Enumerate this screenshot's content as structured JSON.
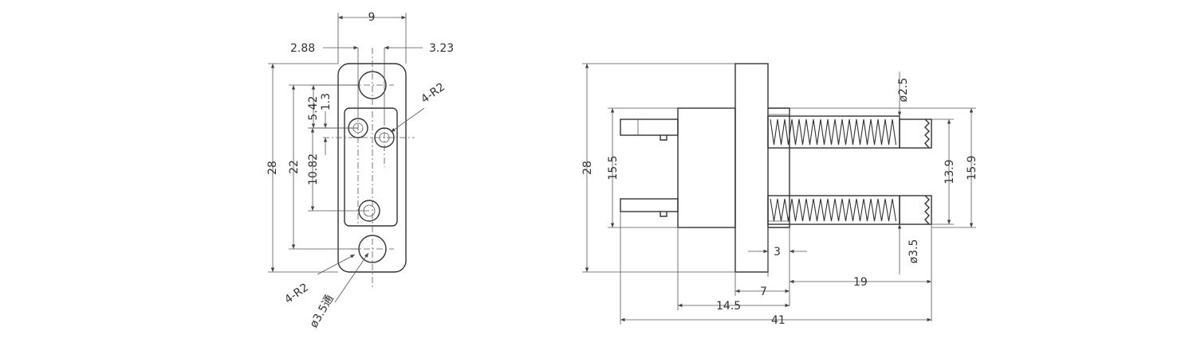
{
  "front_view": {
    "dims": {
      "width": "9",
      "left_offset": "2.88",
      "right_offset": "3.23",
      "height_total": "28",
      "height_22": "22",
      "dim_5_42": "5.42",
      "dim_1_3": "1.3",
      "dim_10_82": "10.82",
      "radius_top": "4-R2",
      "radius_bottom": "4-R2",
      "hole_callout": "ø3.5通"
    }
  },
  "side_view": {
    "dims": {
      "height_total": "28",
      "dim_15_5": "15.5",
      "pin_diameter": "ø2.5",
      "spring_diameter": "ø3.5",
      "dim_13_9": "13.9",
      "dim_15_9": "15.9",
      "flange_3": "3",
      "dim_7": "7",
      "dim_19": "19",
      "dim_14_5": "14.5",
      "total_41": "41"
    }
  }
}
